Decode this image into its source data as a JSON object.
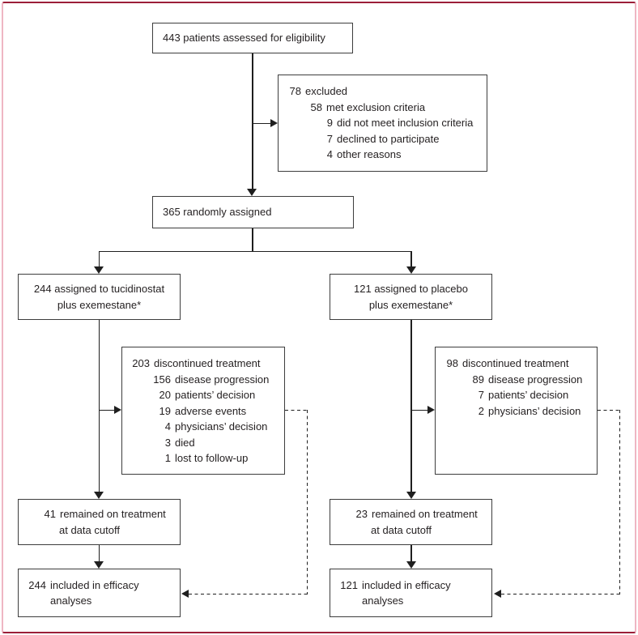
{
  "frame": {
    "horizontal_border_color": "#9b1f38",
    "vertical_border_color": "#efb6c3",
    "box_border_color": "#3d3d3d",
    "connector_color": "#1f1f1f"
  },
  "boxes": {
    "assessed": {
      "text": "443 patients assessed for eligibility"
    },
    "excluded": {
      "lines": [
        {
          "num": "78",
          "label": "excluded"
        },
        {
          "num": "58",
          "label": "met exclusion criteria"
        },
        {
          "num": "9",
          "label": "did not meet inclusion criteria"
        },
        {
          "num": "7",
          "label": "declined to participate"
        },
        {
          "num": "4",
          "label": "other reasons"
        }
      ]
    },
    "randomized": {
      "text": "365 randomly assigned"
    },
    "arm_left": {
      "line1": "244 assigned to tucidinostat",
      "line2": "plus exemestane*"
    },
    "arm_right": {
      "line1": "121 assigned to placebo",
      "line2": "plus exemestane*"
    },
    "disc_left": {
      "lines": [
        {
          "num": "203",
          "label": "discontinued treatment"
        },
        {
          "num": "156",
          "label": "disease progression"
        },
        {
          "num": "20",
          "label": "patients’ decision"
        },
        {
          "num": "19",
          "label": "adverse events"
        },
        {
          "num": "4",
          "label": "physicians’ decision"
        },
        {
          "num": "3",
          "label": "died"
        },
        {
          "num": "1",
          "label": "lost to follow-up"
        }
      ]
    },
    "disc_right": {
      "lines": [
        {
          "num": "98",
          "label": "discontinued treatment"
        },
        {
          "num": "89",
          "label": "disease progression"
        },
        {
          "num": "7",
          "label": "patients’ decision"
        },
        {
          "num": "2",
          "label": "physicians’ decision"
        }
      ]
    },
    "rem_left": {
      "num": "41",
      "label": "remained on treatment",
      "label2": "at data cutoff"
    },
    "rem_right": {
      "num": "23",
      "label": "remained on treatment",
      "label2": "at data cutoff"
    },
    "eff_left": {
      "num": "244",
      "label": "included in efficacy",
      "label2": "analyses"
    },
    "eff_right": {
      "num": "121",
      "label": "included in efficacy",
      "label2": "analyses"
    }
  }
}
